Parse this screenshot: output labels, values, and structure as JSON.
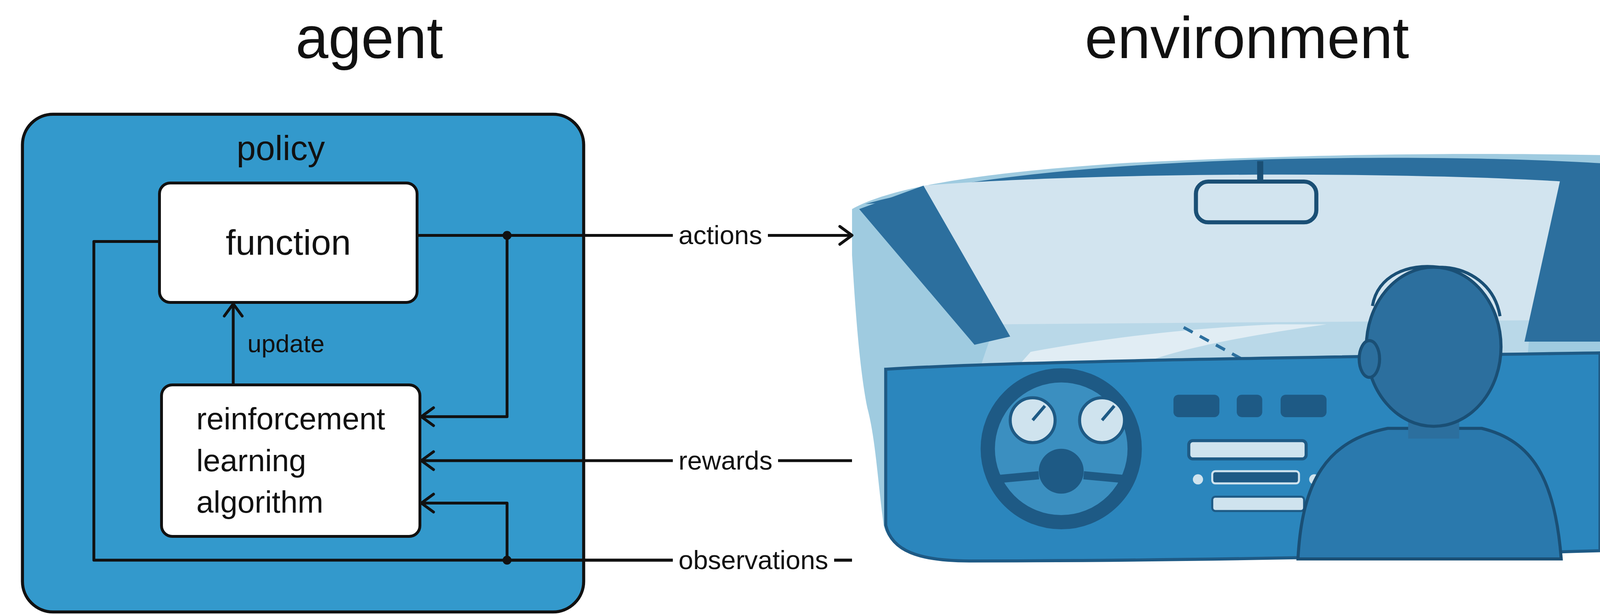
{
  "diagram": {
    "nodes": [
      {
        "text": [
          "agent",
          "policy"
        ]
      },
      {
        "text": [
          "function"
        ],
        "in": 0
      },
      {
        "text": [
          "reinforcement learning algorithm"
        ],
        "in": 0
      },
      {
        "text": [
          "environment"
        ]
      }
    ],
    "edges": [
      {
        "from": 1,
        "to": 3,
        "label": "actions",
        "arrow": "to"
      },
      {
        "from": 1,
        "to": 2,
        "arrow": "to"
      },
      {
        "from": 2,
        "to": 1,
        "label": "update",
        "arrow": "to"
      },
      {
        "from": 3,
        "to": 2,
        "label": "rewards",
        "arrow": "to"
      },
      {
        "from": 3,
        "to": 2,
        "label": "observations",
        "arrow": "to"
      },
      {
        "from": 3,
        "to": 1,
        "arrow": "none"
      }
    ]
  }
}
